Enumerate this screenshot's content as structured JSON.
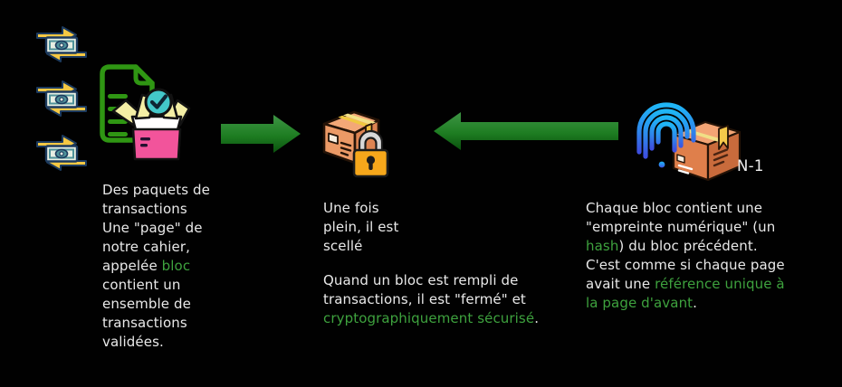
{
  "colors": {
    "background": "#010101",
    "text": "#E9E9E9",
    "accent_green": "#3EA23E",
    "arrow_gradient_top": "#3E9545",
    "arrow_gradient_bottom": "#0B520E",
    "fingerprint_gradient_top": "#1FB6F6",
    "fingerprint_gradient_bottom": "#3D4FE0"
  },
  "icons": [
    {
      "name": "transaction-icon",
      "meaning": "banknote with transfer arrows",
      "count": 3
    },
    {
      "name": "document-validated-box-icon",
      "meaning": "document with open box and checkmark"
    },
    {
      "name": "arrow-right-icon",
      "meaning": "green arrow pointing right"
    },
    {
      "name": "sealed-box-lock-icon",
      "meaning": "sealed parcel with padlock"
    },
    {
      "name": "arrow-left-icon",
      "meaning": "green arrow pointing left"
    },
    {
      "name": "fingerprint-icon",
      "meaning": "digital fingerprint / hash"
    },
    {
      "name": "previous-block-box-icon",
      "meaning": "previous block parcel"
    }
  ],
  "captions": {
    "left": {
      "part1": "Des paquets de\ntransactions\nUne \"page\" de\nnotre cahier,\nappelée ",
      "highlight": "bloc",
      "part2": "\ncontient un\nensemble de\ntransactions\nvalidées."
    },
    "middle": {
      "para1": "Une fois\nplein, il est\nscellé",
      "para2_part1": "Quand un bloc est rempli de\ntransactions, il est \"fermé\" et\n",
      "para2_highlight": "cryptographiquement sécurisé",
      "para2_end": "."
    },
    "right": {
      "part1": "Chaque bloc contient une\n\"empreinte numérique\" (un\n",
      "highlight1": "hash",
      "part2": ") du bloc précédent.\nC'est comme si chaque page\navait une ",
      "highlight2": "référence unique à\nla page d'avant",
      "part3": "."
    },
    "previous_block_label": "N-1"
  }
}
